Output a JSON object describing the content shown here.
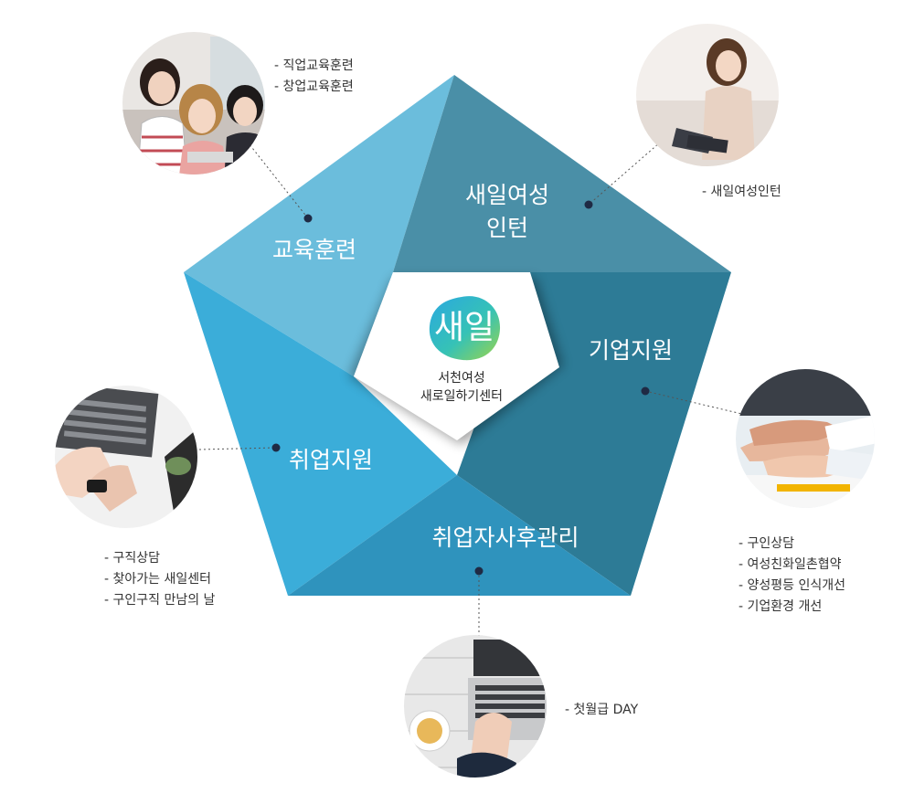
{
  "colors": {
    "edu": "#6bbddc",
    "intern": "#4a8fa7",
    "corp": "#2d7b96",
    "emp": "#3badd9",
    "after": "#2f93bd",
    "center_bg": "#ffffff",
    "dotted": "#555555",
    "dot": "#1f2a44"
  },
  "segments": {
    "edu": "교육훈련",
    "intern_line1": "새일여성",
    "intern_line2": "인턴",
    "corp": "기업지원",
    "emp": "취업지원",
    "after": "취업자사후관리"
  },
  "center": {
    "logo": "새일",
    "line1": "서천여성",
    "line2": "새로일하기센터"
  },
  "bullets": {
    "edu": [
      "- 직업교육훈련",
      "- 창업교육훈련"
    ],
    "intern": [
      "- 새일여성인턴"
    ],
    "corp": [
      "- 구인상담",
      "- 여성친화일촌협약",
      "- 양성평등 인식개선",
      "- 기업환경 개선"
    ],
    "emp": [
      "- 구직상담",
      "- 찾아가는 새일센터",
      "- 구인구직 만남의 날"
    ],
    "after": [
      "- 첫월급 DAY"
    ]
  },
  "photos": {
    "edu": "three-women-photo",
    "intern": "woman-laptop-photo",
    "corp": "stacked-hands-photo",
    "emp": "typing-keyboard-photo",
    "after": "laptop-coffee-photo"
  }
}
